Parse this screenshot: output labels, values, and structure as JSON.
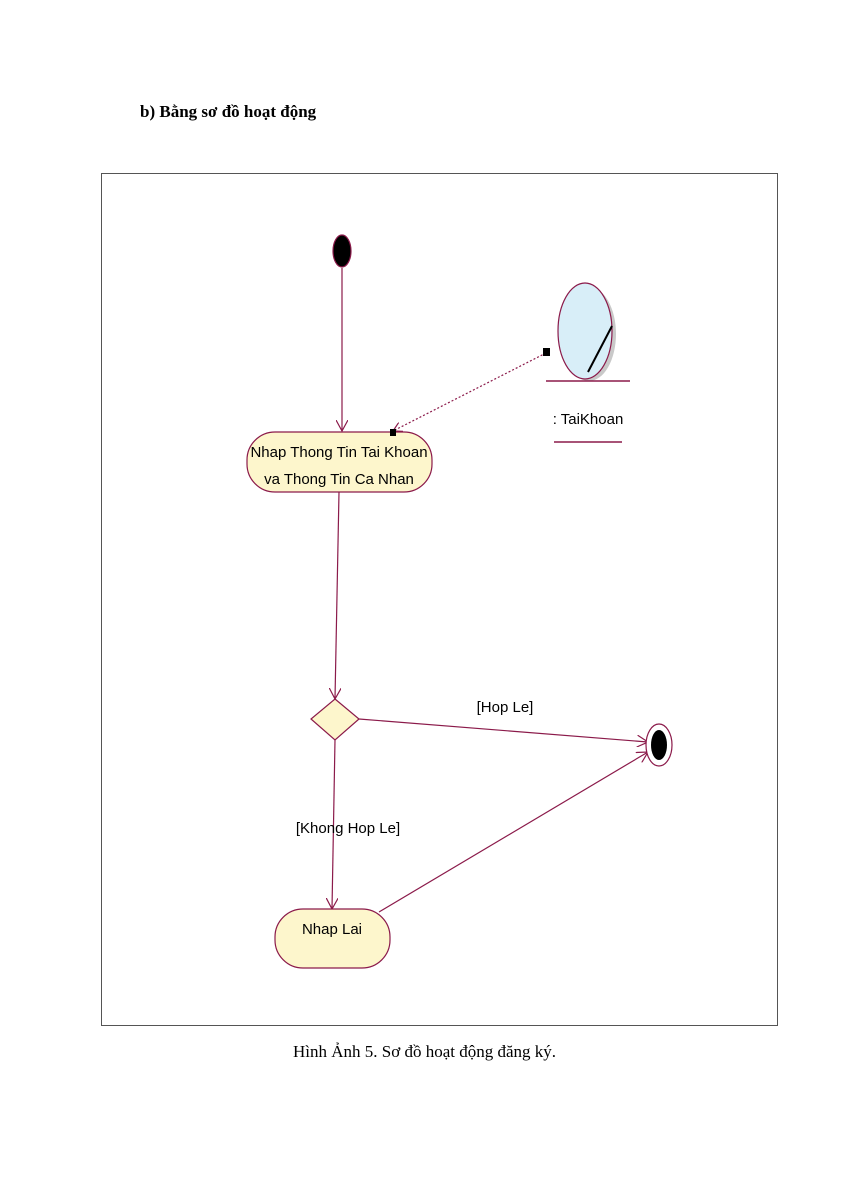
{
  "heading": "b) Bằng sơ đồ hoạt động",
  "caption": "Hình Ảnh 5. Sơ đồ hoạt động đăng ký.",
  "diagram": {
    "activity_enter": {
      "line1": "Nhap Thong Tin Tai Khoan",
      "line2": "va Thong Tin Ca Nhan"
    },
    "activity_reenter": "Nhap Lai",
    "object": ": TaiKhoan",
    "guard_valid": "[Hop Le]",
    "guard_invalid": "[Khong Hop Le]"
  },
  "colors": {
    "line": "#8b1a4a",
    "activity_fill": "#fdf6cc",
    "object_fill": "#d8eef8"
  }
}
